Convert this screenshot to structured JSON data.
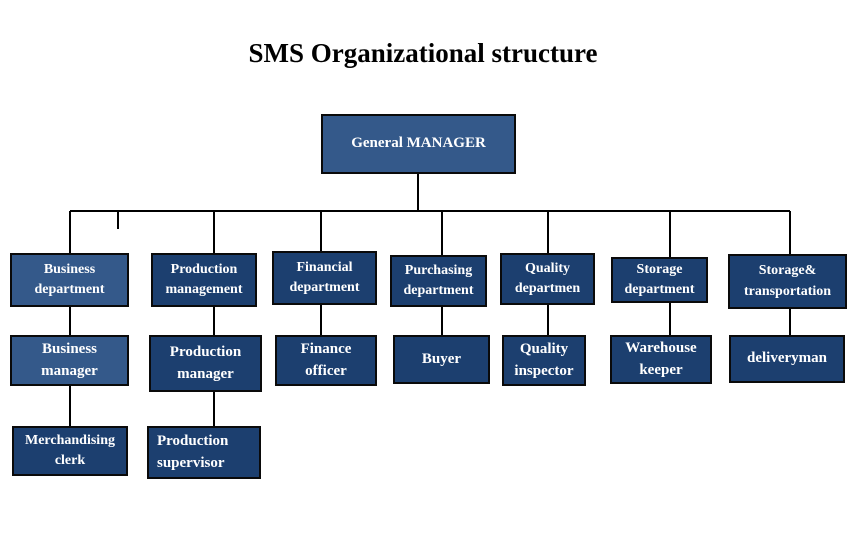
{
  "title": "SMS Organizational structure",
  "colors": {
    "box_light": "#34598a",
    "box_dark": "#1c3f6f",
    "line": "#000000"
  },
  "root": {
    "label": "General MANAGER"
  },
  "departments": [
    {
      "label": "Business department",
      "children": [
        {
          "label": "Business manager",
          "children": [
            {
              "label": "Merchandising clerk"
            }
          ]
        }
      ]
    },
    {
      "label": "Production management",
      "children": [
        {
          "label": "Production manager",
          "children": [
            {
              "label": "Production supervisor"
            }
          ]
        }
      ]
    },
    {
      "label": "Financial department",
      "children": [
        {
          "label": "Finance officer"
        }
      ]
    },
    {
      "label": "Purchasing department",
      "children": [
        {
          "label": "Buyer"
        }
      ]
    },
    {
      "label": "Quality departmen",
      "children": [
        {
          "label": "Quality inspector"
        }
      ]
    },
    {
      "label": "Storage department",
      "children": [
        {
          "label": "Warehouse keeper"
        }
      ]
    },
    {
      "label": "Storage& transportation",
      "children": [
        {
          "label": "deliveryman"
        }
      ]
    }
  ]
}
